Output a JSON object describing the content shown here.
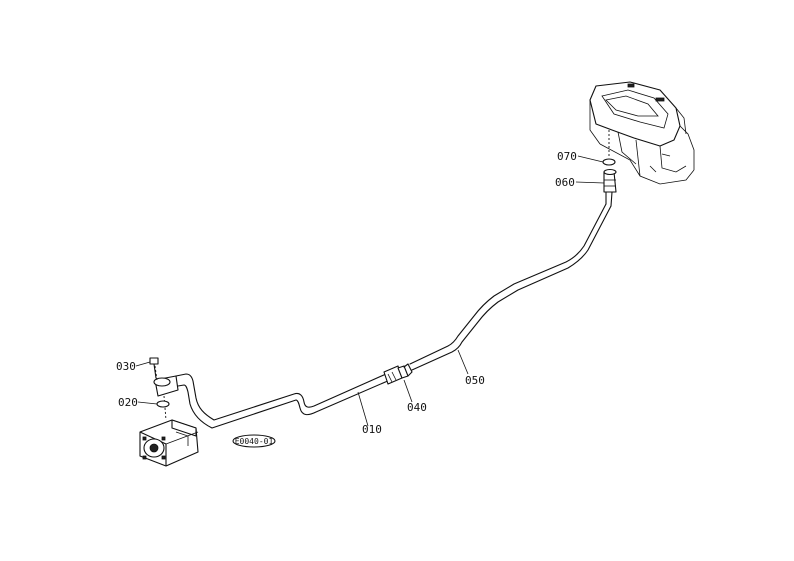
{
  "diagram": {
    "callouts": [
      {
        "id": "010",
        "label": "010"
      },
      {
        "id": "020",
        "label": "020"
      },
      {
        "id": "030",
        "label": "030"
      },
      {
        "id": "040",
        "label": "040"
      },
      {
        "id": "050",
        "label": "050"
      },
      {
        "id": "060",
        "label": "060"
      },
      {
        "id": "070",
        "label": "070"
      }
    ],
    "reference_stamp": "E0040-01"
  }
}
